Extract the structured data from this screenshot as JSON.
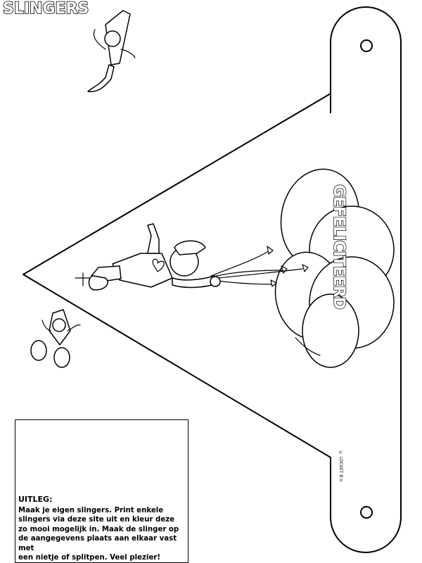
{
  "page": {
    "title": "SLINGERS",
    "copyright": "© LOCKET B.V."
  },
  "banner": {
    "balloon_text": "GEFELICITEERD"
  },
  "instructions": {
    "heading": "UITLEG:",
    "body": "Maak je eigen slingers. Print enkele\nslingers via deze site uit en kleur deze\nzo mooi mogelijk in. Maak de slinger op\nde aangegevens plaats aan elkaar vast met\neen nietje of splitpen. Veel plezier!"
  },
  "icons": {
    "pencil": "pencil-mascot-icon",
    "scissors": "scissors-mascot-icon",
    "pushpin": "pushpin-mascot-icon",
    "holes": "punch-hole-icon"
  },
  "colors": {
    "ink": "#000000",
    "paper": "#ffffff"
  }
}
